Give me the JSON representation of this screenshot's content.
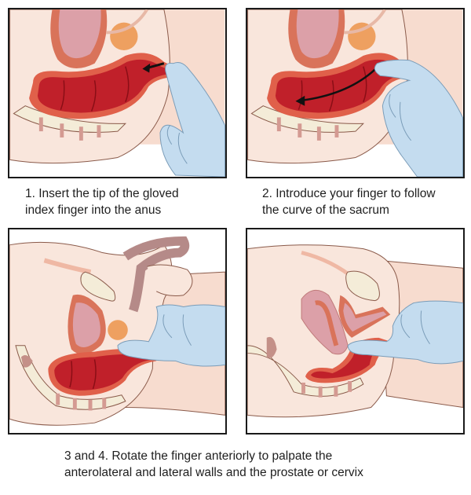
{
  "figure": {
    "panels": [
      {
        "id": 1,
        "label": "Step 1 - finger tip at anus, arrow pointing inward"
      },
      {
        "id": 2,
        "label": "Step 2 - finger following curve of sacrum, long curved arrow"
      },
      {
        "id": 3,
        "label": "Step 3 - male anatomy, finger palpating prostate"
      },
      {
        "id": 4,
        "label": "Step 4 - female anatomy, finger palpating cervix"
      }
    ],
    "captions": {
      "step1_line1": "1. Insert the tip of the gloved",
      "step1_line2": "index finger into the anus",
      "step2_line1": "2. Introduce your finger to follow",
      "step2_line2": "the curve of the sacrum",
      "step34_line1": "3 and 4.  Rotate the finger anteriorly to palpate the",
      "step34_line2": "anterolateral and lateral walls and the prostate or cervix"
    },
    "colors": {
      "skin": "#f9e1d6",
      "skin_outline": "#8a5a4a",
      "rectum_wall": "#e0604a",
      "rectum_lumen": "#c0202a",
      "rectum_dark": "#a4141e",
      "bladder_outer": "#d9735a",
      "bladder_inner": "#dca0a8",
      "prostate": "#eea060",
      "bone": "#f4ecd8",
      "bone_disc": "#d49a92",
      "glove": "#c4dcef",
      "glove_outline": "#7a9cb8",
      "arrow": "#111111",
      "border": "#1a1a1a"
    }
  }
}
